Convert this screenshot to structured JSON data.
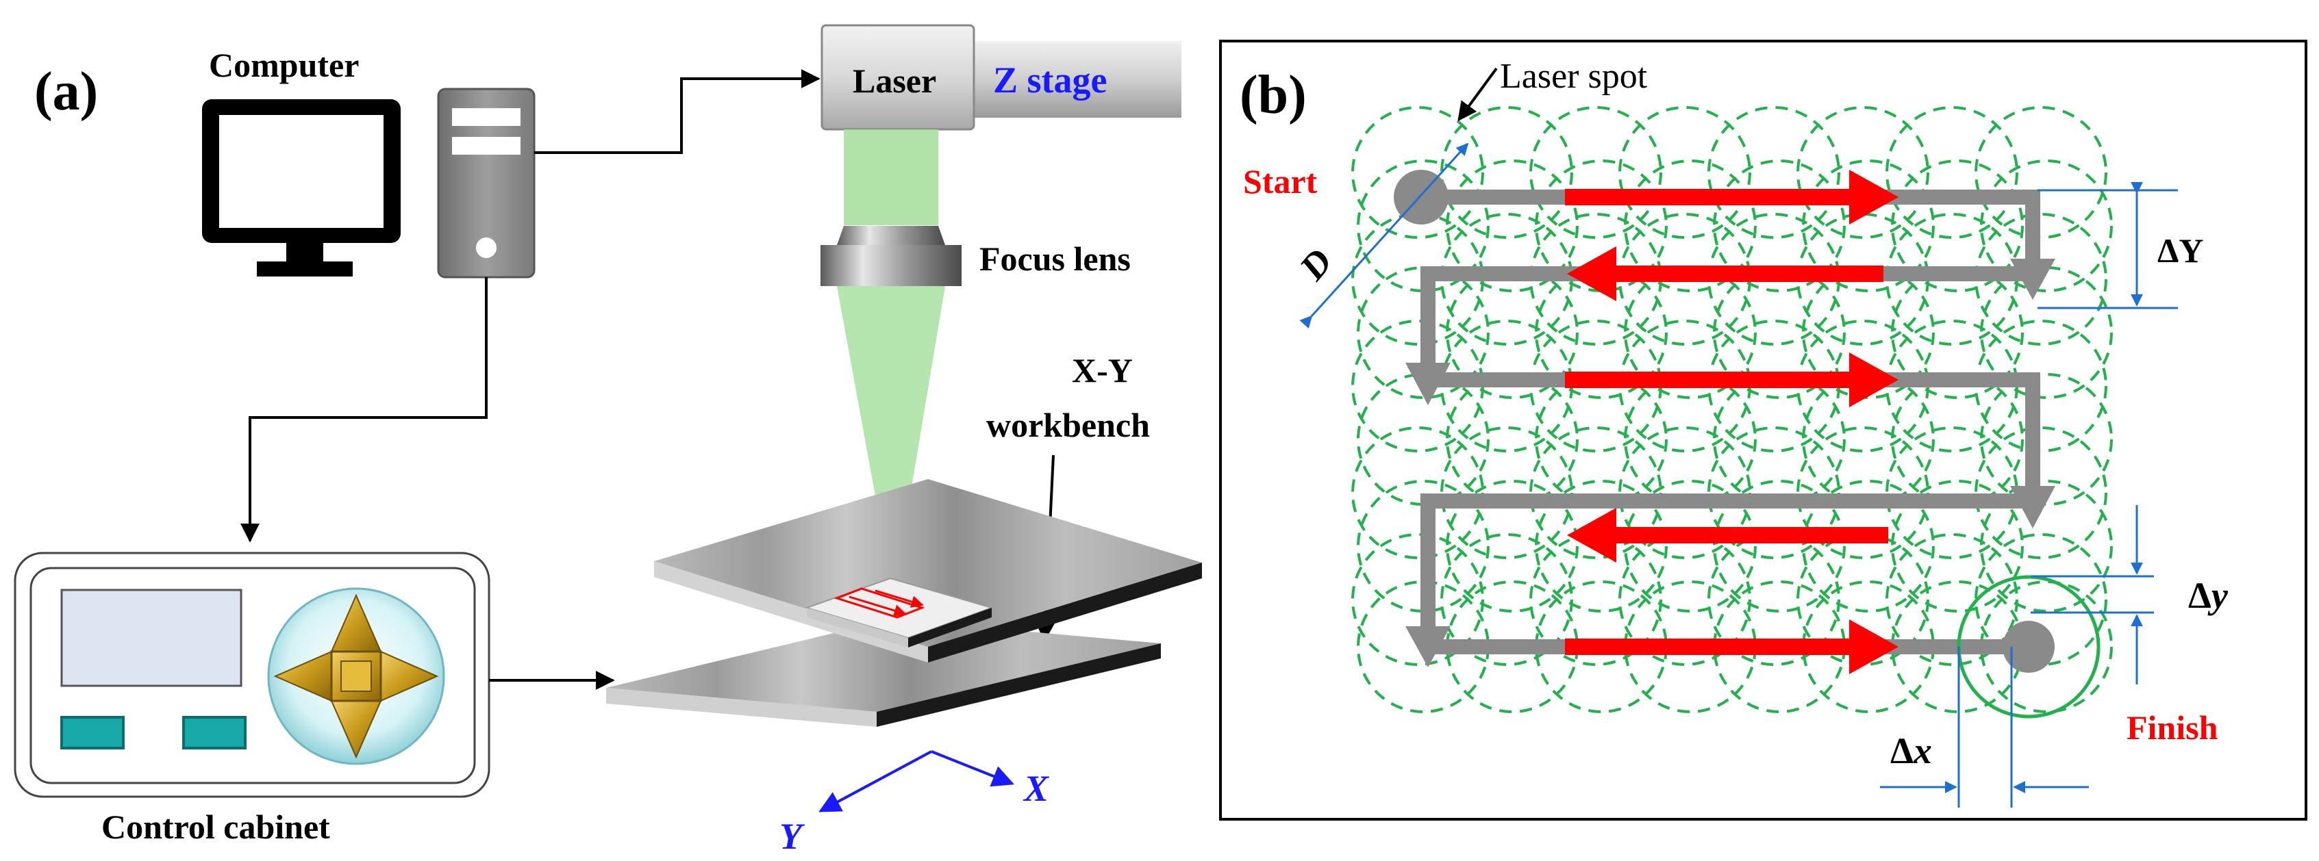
{
  "panel_a": {
    "tag": "(a)",
    "computer_label": "Computer",
    "laser_label": "Laser",
    "zstage_label": "Z stage",
    "focus_lens_label": "Focus lens",
    "workbench_label_line1": "X-Y",
    "workbench_label_line2": "workbench",
    "control_cabinet_label": "Control cabinet",
    "axis_x": "X",
    "axis_y": "Y"
  },
  "panel_b": {
    "tag": "(b)",
    "laser_spot_label": "Laser spot",
    "start_label": "Start",
    "finish_label": "Finish",
    "d_label": "D",
    "delta_Y": "ΔY",
    "delta_y": "Δy",
    "delta_x": "Δx"
  },
  "colors": {
    "path": "#808080",
    "arrow": "#ff0000",
    "spot": "#22b14c",
    "dimension": "#1f6fd0",
    "beam": "#a8e0a0",
    "zstage_text": "#1a1aff",
    "start_finish": "#ff0000"
  },
  "icons": [
    "monitor-icon",
    "tower-pc-icon",
    "laser-head-icon",
    "focus-lens-icon",
    "workbench-icon",
    "control-cabinet-icon",
    "joystick-icon"
  ]
}
